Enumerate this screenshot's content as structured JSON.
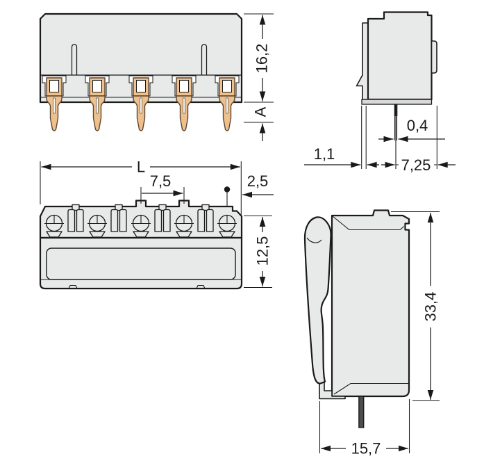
{
  "drawing": {
    "type": "technical-dimension-drawing",
    "subject": "5-pole pin header terminal block, lever release, solder pins",
    "views": [
      "front",
      "side-top",
      "bottom-front",
      "side-lever"
    ],
    "units_style": "comma-decimal millimetres"
  },
  "colors": {
    "background": "#ffffff",
    "body_fill": "#e8e9e9",
    "band_shade": "#d7d8d8",
    "outline": "#1a1a1a",
    "copper_fill": "#eec08c",
    "copper_edge": "#5a4632",
    "pin_dark": "#4d4d4d"
  },
  "front_view": {
    "pin_count": 5,
    "pin_centers": [
      78,
      140,
      203,
      265,
      327
    ],
    "dims": {
      "height": "16,2",
      "pin_length": "A"
    }
  },
  "side_top_view": {
    "dims": {
      "pin_width": "0,4",
      "ledge": "1,1",
      "depth": "7,25"
    }
  },
  "bottom_view": {
    "contact_centers": [
      78,
      140,
      203,
      265,
      327
    ],
    "spacer_centers": [
      109,
      171,
      234,
      296
    ],
    "dims": {
      "length": "L",
      "pitch": "7,5",
      "end_offset": "2,5",
      "height": "12,5"
    }
  },
  "side_lever_view": {
    "dims": {
      "height": "33,4",
      "width": "15,7"
    }
  }
}
